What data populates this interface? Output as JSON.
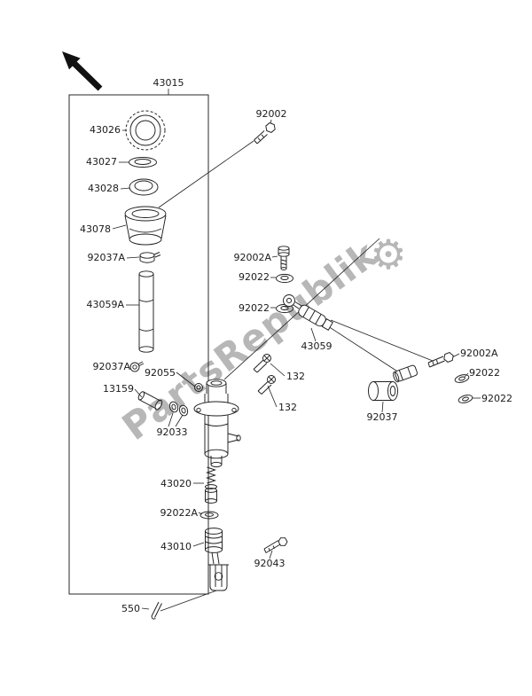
{
  "watermark": {
    "text": "PartsRepublik",
    "gear_icon": "⚙"
  },
  "diagram": {
    "labels": [
      {
        "text": "43015"
      },
      {
        "text": "43026"
      },
      {
        "text": "43027"
      },
      {
        "text": "43028"
      },
      {
        "text": "43078"
      },
      {
        "text": "92037A"
      },
      {
        "text": "43059A"
      },
      {
        "text": "92037A"
      },
      {
        "text": "13159"
      },
      {
        "text": "92055"
      },
      {
        "text": "92033"
      },
      {
        "text": "132"
      },
      {
        "text": "132"
      },
      {
        "text": "43020"
      },
      {
        "text": "92022A"
      },
      {
        "text": "43010"
      },
      {
        "text": "92043"
      },
      {
        "text": "550"
      },
      {
        "text": "92002"
      },
      {
        "text": "92002A"
      },
      {
        "text": "92022"
      },
      {
        "text": "92022"
      },
      {
        "text": "43059"
      },
      {
        "text": "92002A"
      },
      {
        "text": "92022"
      },
      {
        "text": "92022"
      },
      {
        "text": "92037"
      }
    ]
  }
}
